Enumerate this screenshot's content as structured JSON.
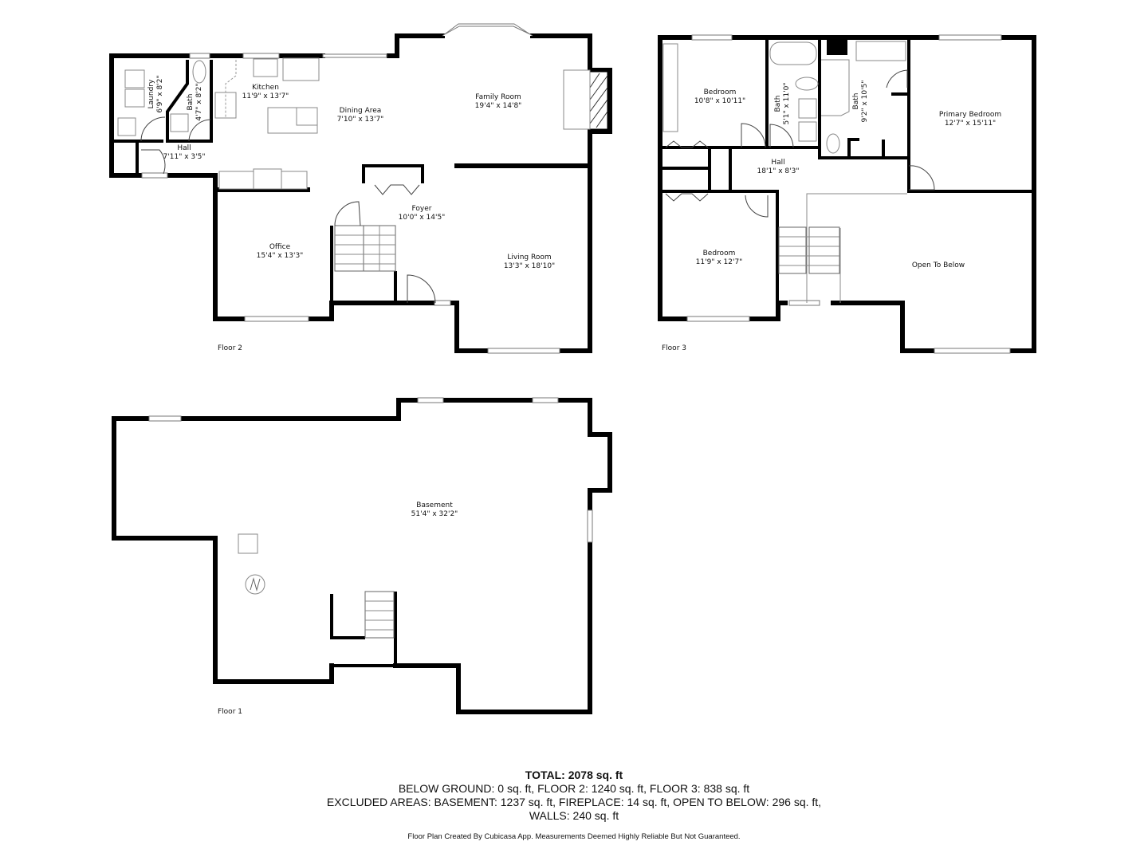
{
  "floors": [
    {
      "label": "Floor 2",
      "rooms": [
        {
          "name": "Kitchen",
          "dims": "11'9\" x 13'7\""
        },
        {
          "name": "Dining Area",
          "dims": "7'10\" x 13'7\""
        },
        {
          "name": "Family Room",
          "dims": "19'4\" x 14'8\""
        },
        {
          "name": "Laundry",
          "dims": "6'9\" x 8'2\""
        },
        {
          "name": "Bath",
          "dims": "4'7\" x 8'2\""
        },
        {
          "name": "Hall",
          "dims": "7'11\" x 3'5\""
        },
        {
          "name": "Foyer",
          "dims": "10'0\" x 14'5\""
        },
        {
          "name": "Office",
          "dims": "15'4\" x 13'3\""
        },
        {
          "name": "Living Room",
          "dims": "13'3\" x 18'10\""
        }
      ]
    },
    {
      "label": "Floor 3",
      "rooms": [
        {
          "name": "Bedroom",
          "dims": "10'8\" x 10'11\""
        },
        {
          "name": "Bath",
          "dims": "5'1\" x 11'0\""
        },
        {
          "name": "Bath",
          "dims": "9'2\" x 10'5\""
        },
        {
          "name": "Primary Bedroom",
          "dims": "12'7\" x 15'11\""
        },
        {
          "name": "Hall",
          "dims": "18'1\" x 8'3\""
        },
        {
          "name": "Bedroom",
          "dims": "11'9\" x 12'7\""
        },
        {
          "name": "Open To Below",
          "dims": ""
        }
      ]
    },
    {
      "label": "Floor 1",
      "rooms": [
        {
          "name": "Basement",
          "dims": "51'4\" x 32'2\""
        }
      ]
    }
  ],
  "summary": {
    "total": "TOTAL: 2078 sq. ft",
    "line1": "BELOW GROUND: 0 sq. ft, FLOOR 2: 1240 sq. ft, FLOOR 3: 838 sq. ft",
    "line2": "EXCLUDED AREAS: BASEMENT: 1237 sq. ft, FIREPLACE: 14 sq. ft, OPEN TO BELOW: 296 sq. ft,",
    "line3": "WALLS: 240 sq. ft"
  },
  "footer": "Floor Plan Created By Cubicasa App. Measurements Deemed Highly Reliable But Not Guaranteed."
}
